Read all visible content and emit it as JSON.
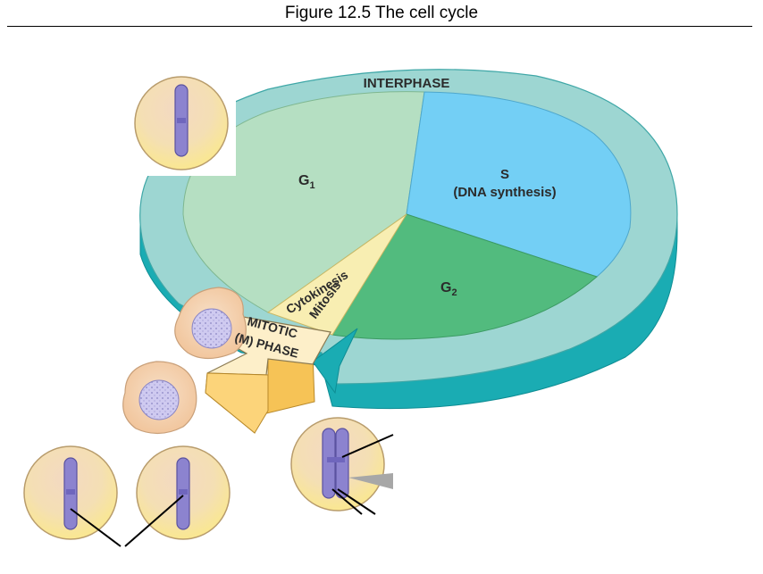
{
  "figure": {
    "title": "Figure 12.5  The cell cycle"
  },
  "labels": {
    "interphase": "INTERPHASE",
    "g1": "G",
    "g1_sub": "1",
    "s_line1": "S",
    "s_line2": "(DNA synthesis)",
    "g2": "G",
    "g2_sub": "2",
    "cytokinesis": "Cytokinesis",
    "mitosis": "Mitosis",
    "mitotic_line1": "MITOTIC",
    "mitotic_line2": "(M) PHASE"
  },
  "colors": {
    "g1": "#b5dfc2",
    "s": "#73cff5",
    "g2": "#52bb7e",
    "ring_top": "#9dd6d2",
    "ring_side": "#1aacb3",
    "m_wedge": "#f8eeb2",
    "arrow": "#fdefc9",
    "arrow_side": "#f6c356",
    "cell": "#f5c9a0",
    "nucleus": "#c8c4ea",
    "chromosome": "#8c83cf"
  }
}
